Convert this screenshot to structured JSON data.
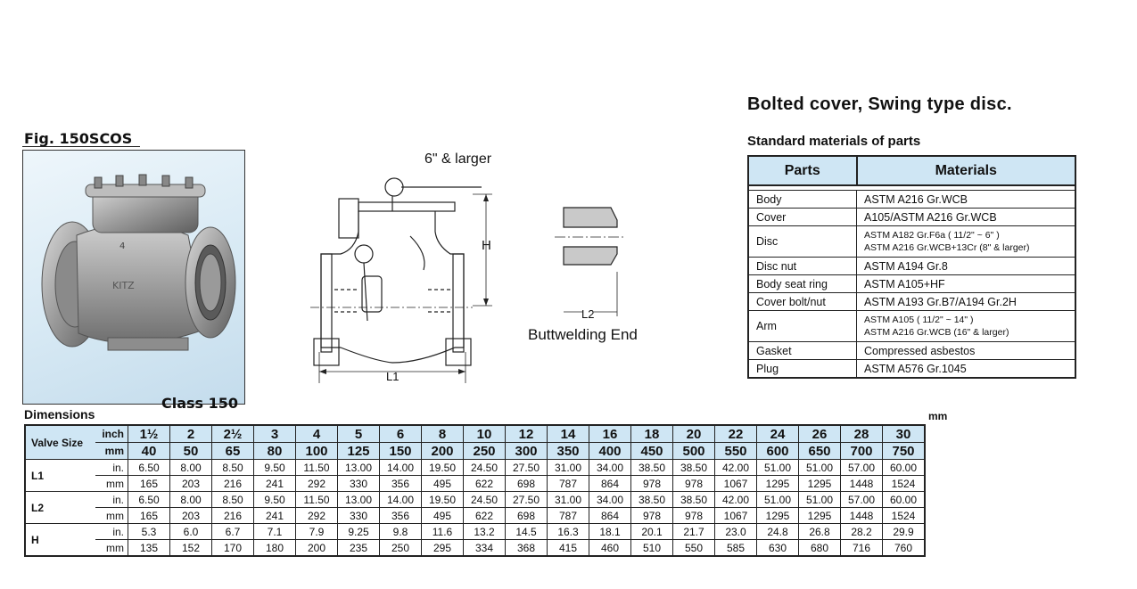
{
  "title": "Bolted cover, Swing type disc.",
  "figure": {
    "name": "Fig. 150SCOS",
    "class_label": "Class 150"
  },
  "drawing": {
    "note_larger": "6\" & larger",
    "dim_H": "H",
    "dim_L1": "L1",
    "dim_L2": "L2",
    "buttwelding_label": "Buttwelding End"
  },
  "materials": {
    "heading": "Standard materials of parts",
    "col_parts": "Parts",
    "col_materials": "Materials",
    "rows": [
      {
        "part": "Body",
        "material": "ASTM A216 Gr.WCB",
        "material2": ""
      },
      {
        "part": "Cover",
        "material": "A105/ASTM A216 Gr.WCB",
        "material2": ""
      },
      {
        "part": "Disc",
        "material": "ASTM A182 Gr.F6a ( 11/2\" ~ 6\" )",
        "material2": "ASTM A216 Gr.WCB+13Cr (8\" & larger)"
      },
      {
        "part": "Disc nut",
        "material": "ASTM A194 Gr.8",
        "material2": ""
      },
      {
        "part": "Body seat ring",
        "material": "ASTM A105+HF",
        "material2": ""
      },
      {
        "part": "Cover bolt/nut",
        "material": "ASTM A193 Gr.B7/A194 Gr.2H",
        "material2": ""
      },
      {
        "part": "Arm",
        "material": "ASTM A105 ( 11/2\" ~ 14\" )",
        "material2": "ASTM A216 Gr.WCB (16\" & larger)"
      },
      {
        "part": "Gasket",
        "material": "Compressed asbestos",
        "material2": ""
      },
      {
        "part": "Plug",
        "material": "ASTM A576 Gr.1045",
        "material2": ""
      }
    ]
  },
  "dimensions": {
    "heading": "Dimensions",
    "unit_note": "mm",
    "valve_size_label": "Valve Size",
    "inch_label": "inch",
    "mm_label": "mm",
    "in_label": "in.",
    "sizes_inch": [
      "1½",
      "2",
      "2½",
      "3",
      "4",
      "5",
      "6",
      "8",
      "10",
      "12",
      "14",
      "16",
      "18",
      "20",
      "22",
      "24",
      "26",
      "28",
      "30"
    ],
    "sizes_mm": [
      "40",
      "50",
      "65",
      "80",
      "100",
      "125",
      "150",
      "200",
      "250",
      "300",
      "350",
      "400",
      "450",
      "500",
      "550",
      "600",
      "650",
      "700",
      "750"
    ],
    "rows": [
      {
        "label": "L1",
        "in": [
          "6.50",
          "8.00",
          "8.50",
          "9.50",
          "11.50",
          "13.00",
          "14.00",
          "19.50",
          "24.50",
          "27.50",
          "31.00",
          "34.00",
          "38.50",
          "38.50",
          "42.00",
          "51.00",
          "51.00",
          "57.00",
          "60.00"
        ],
        "mm": [
          "165",
          "203",
          "216",
          "241",
          "292",
          "330",
          "356",
          "495",
          "622",
          "698",
          "787",
          "864",
          "978",
          "978",
          "1067",
          "1295",
          "1295",
          "1448",
          "1524"
        ]
      },
      {
        "label": "L2",
        "in": [
          "6.50",
          "8.00",
          "8.50",
          "9.50",
          "11.50",
          "13.00",
          "14.00",
          "19.50",
          "24.50",
          "27.50",
          "31.00",
          "34.00",
          "38.50",
          "38.50",
          "42.00",
          "51.00",
          "51.00",
          "57.00",
          "60.00"
        ],
        "mm": [
          "165",
          "203",
          "216",
          "241",
          "292",
          "330",
          "356",
          "495",
          "622",
          "698",
          "787",
          "864",
          "978",
          "978",
          "1067",
          "1295",
          "1295",
          "1448",
          "1524"
        ]
      },
      {
        "label": "H",
        "in": [
          "5.3",
          "6.0",
          "6.7",
          "7.1",
          "7.9",
          "9.25",
          "9.8",
          "11.6",
          "13.2",
          "14.5",
          "16.3",
          "18.1",
          "20.1",
          "21.7",
          "23.0",
          "24.8",
          "26.8",
          "28.2",
          "29.9"
        ],
        "mm": [
          "135",
          "152",
          "170",
          "180",
          "200",
          "235",
          "250",
          "295",
          "334",
          "368",
          "415",
          "460",
          "510",
          "550",
          "585",
          "630",
          "680",
          "716",
          "760"
        ]
      }
    ]
  }
}
